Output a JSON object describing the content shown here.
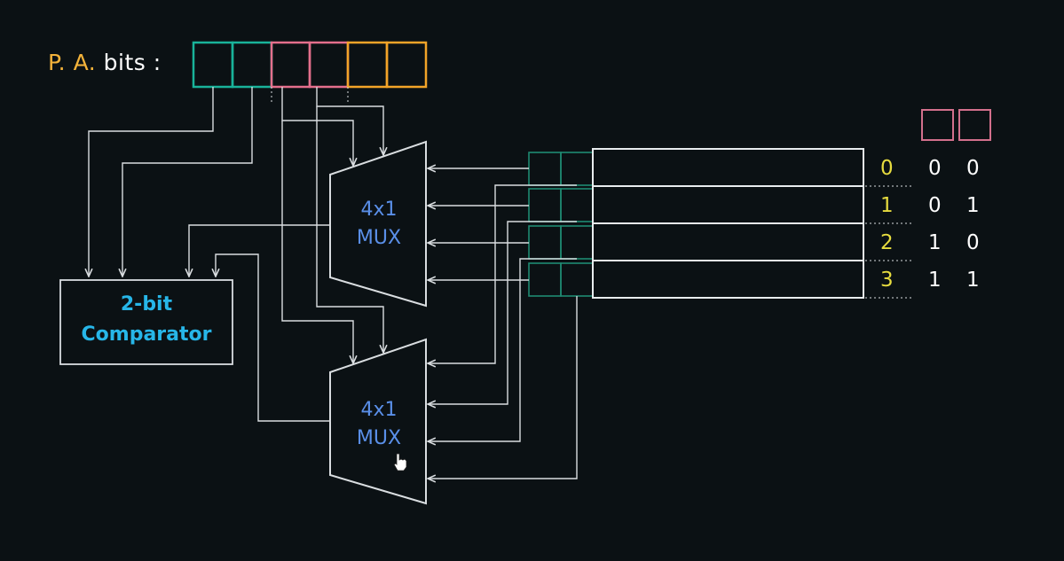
{
  "pa_label": {
    "p": "P.",
    "a": "A.",
    "rest": "bits :"
  },
  "comparator": {
    "line1": "2-bit",
    "line2": "Comparator"
  },
  "mux_top": {
    "line1": "4x1",
    "line2": "MUX"
  },
  "mux_bottom": {
    "line1": "4x1",
    "line2": "MUX"
  },
  "rows": [
    {
      "index": "0",
      "bits": [
        "0",
        "0"
      ]
    },
    {
      "index": "1",
      "bits": [
        "0",
        "1"
      ]
    },
    {
      "index": "2",
      "bits": [
        "1",
        "0"
      ]
    },
    {
      "index": "3",
      "bits": [
        "1",
        "1"
      ]
    }
  ],
  "colors": {
    "background": "#0b1114",
    "tag_bits": "#19b39a",
    "index_bits": "#e46f8c",
    "offset_bits": "#f3a428",
    "line": "#d9dde0",
    "comparator_text": "#27b6e8",
    "mux_text": "#5a8fe8",
    "row_index": "#e7dc3f",
    "tag_cells": "#1f8a72",
    "index_header": "#d3708c"
  },
  "icons": [
    "hand-cursor-icon"
  ]
}
